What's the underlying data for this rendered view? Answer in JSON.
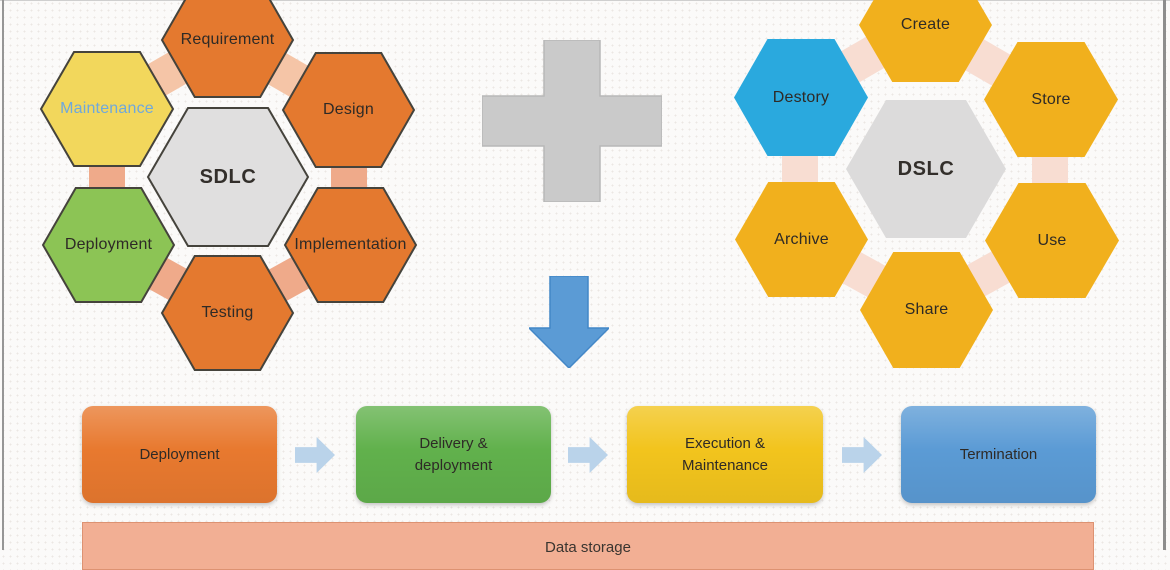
{
  "diagram": {
    "left_cluster": {
      "center_label": "SDLC",
      "center_fill": "#E0DFDF",
      "border_color": "#45433C",
      "nodes": [
        {
          "label": "Requirement",
          "fill": "#E4792F"
        },
        {
          "label": "Design",
          "fill": "#E4792F"
        },
        {
          "label": "Implementation",
          "fill": "#E4792F"
        },
        {
          "label": "Testing",
          "fill": "#E4792F"
        },
        {
          "label": "Deployment",
          "fill": "#8CC455"
        },
        {
          "label": "Maintenance",
          "fill": "#F2D75C",
          "text_color": "#6FA8DC"
        }
      ]
    },
    "right_cluster": {
      "center_label": "DSLC",
      "center_fill": "#DCDBDB",
      "nodes": [
        {
          "label": "Create",
          "fill": "#F1B01D"
        },
        {
          "label": "Store",
          "fill": "#F1B01D"
        },
        {
          "label": "Use",
          "fill": "#F1B01D"
        },
        {
          "label": "Share",
          "fill": "#F1B01D"
        },
        {
          "label": "Archive",
          "fill": "#F1B01D"
        },
        {
          "label": "Destory",
          "fill": "#2AA9DE"
        }
      ]
    },
    "operators": {
      "plus_color": "#CACACA",
      "down_arrow_color": "#5B9BD5"
    },
    "flow": {
      "steps": [
        {
          "label": "Deployment",
          "fill": "#E8792F"
        },
        {
          "label": "Delivery & deployment",
          "fill": "#61B14C"
        },
        {
          "label": "Execution & Maintenance",
          "fill": "#F2C41D"
        },
        {
          "label": "Termination",
          "fill": "#5B9BD5"
        }
      ],
      "arrow_color": "#BAD3EA",
      "storage": {
        "label": "Data storage",
        "fill": "#F2AF94"
      }
    }
  }
}
